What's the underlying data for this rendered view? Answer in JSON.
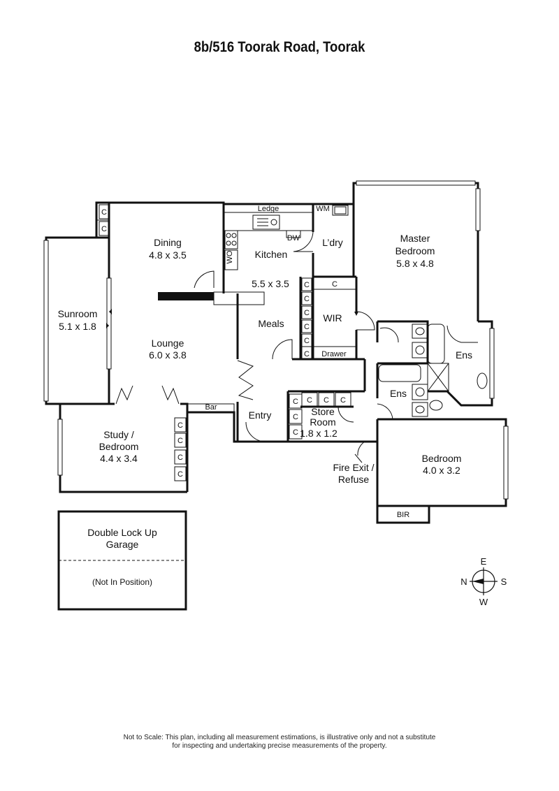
{
  "title": "8b/516 Toorak Road, Toorak",
  "rooms": {
    "dining": {
      "name": "Dining",
      "size": "4.8 x 3.5"
    },
    "kitchen": {
      "name": "Kitchen"
    },
    "kitchen_meals_size": "5.5 x 3.5",
    "meals": {
      "name": "Meals"
    },
    "laundry": {
      "name": "L’dry"
    },
    "master": {
      "name_line1": "Master",
      "name_line2": "Bedroom",
      "size": "5.8 x 4.8"
    },
    "sunroom": {
      "name": "Sunroom",
      "size": "5.1 x 1.8"
    },
    "lounge": {
      "name": "Lounge",
      "size": "6.0 x 3.8"
    },
    "wir": {
      "name": "WIR"
    },
    "ens_master": {
      "name": "Ens"
    },
    "ens_second": {
      "name": "Ens"
    },
    "study": {
      "name_line1": "Study /",
      "name_line2": "Bedroom",
      "size": "4.4 x 3.4"
    },
    "entry": {
      "name": "Entry"
    },
    "store": {
      "name_line1": "Store",
      "name_line2": "Room",
      "size": "1.8 x 1.2"
    },
    "bedroom": {
      "name": "Bedroom",
      "size": "4.0 x 3.2"
    },
    "fire_exit": {
      "line1": "Fire Exit /",
      "line2": "Refuse"
    },
    "garage": {
      "line1": "Double Lock Up",
      "line2": "Garage",
      "note": "(Not In Position)"
    }
  },
  "fixtures": {
    "ledge": "Ledge",
    "wm": "WM",
    "dw": "DW",
    "wo": "WO",
    "drawer": "Drawer",
    "bar": "Bar",
    "bir": "BIR",
    "cupboard": "C"
  },
  "compass": {
    "n": "N",
    "e": "E",
    "s": "S",
    "w": "W"
  },
  "disclaimer": {
    "line1": "Not to Scale: This plan, including all measurement estimations, is illustrative only and not a substitute",
    "line2": "for inspecting and undertaking precise measurements of the property."
  }
}
